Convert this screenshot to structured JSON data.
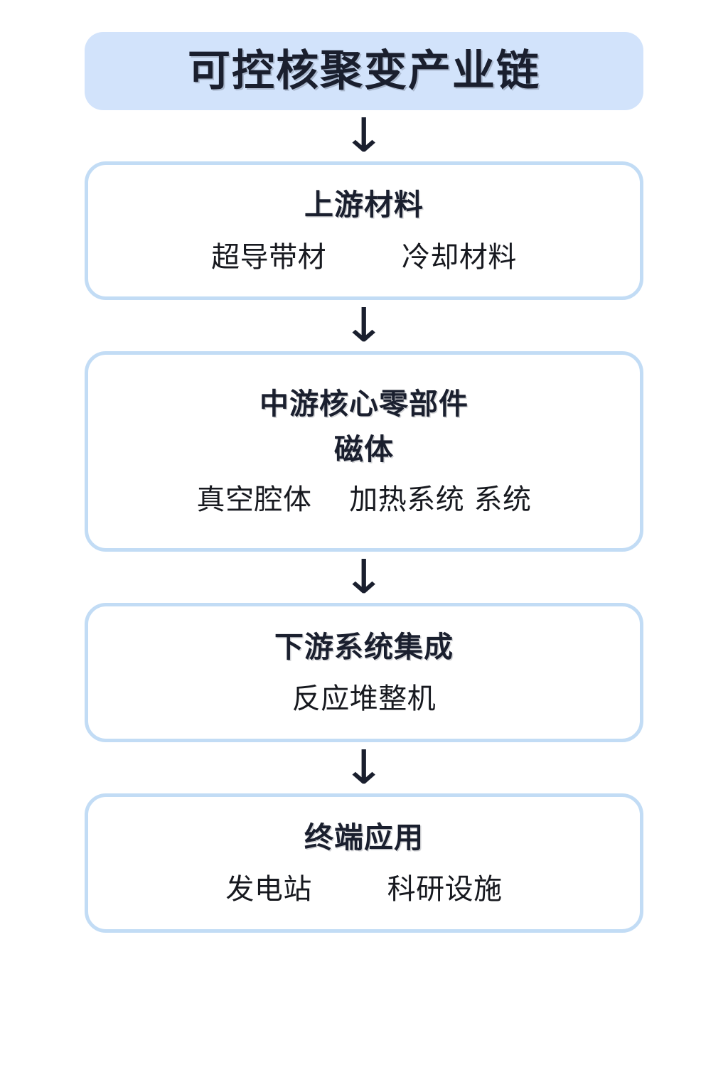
{
  "colors": {
    "page_background": "#ffffff",
    "title_banner_fill": "#d2e3fb",
    "box_border": "#c2dcf5",
    "box_fill": "#ffffff",
    "text_dark": "#1a1f2e"
  },
  "title": {
    "text": "可控核聚变产业链"
  },
  "arrows": {
    "glyph": "↓",
    "name": "down-arrow"
  },
  "stages": [
    {
      "id": "upstream",
      "heading": "上游材料",
      "subheading": "",
      "items_line": "超导带材        冷却材料",
      "items": [
        "超导带材",
        "冷却材料"
      ]
    },
    {
      "id": "midstream",
      "heading": "中游核心零部件",
      "subheading": "磁体",
      "items_line": "真空腔体    加热系统 系统",
      "items": [
        "真空腔体",
        "加热系统",
        "系统"
      ]
    },
    {
      "id": "downstream",
      "heading": "下游系统集成",
      "subheading": "",
      "items_line": "反应堆整机",
      "items": [
        "反应堆整机"
      ]
    },
    {
      "id": "enduse",
      "heading": "终端应用",
      "subheading": "",
      "items_line": "发电站        科研设施",
      "items": [
        "发电站",
        "科研设施"
      ]
    }
  ]
}
